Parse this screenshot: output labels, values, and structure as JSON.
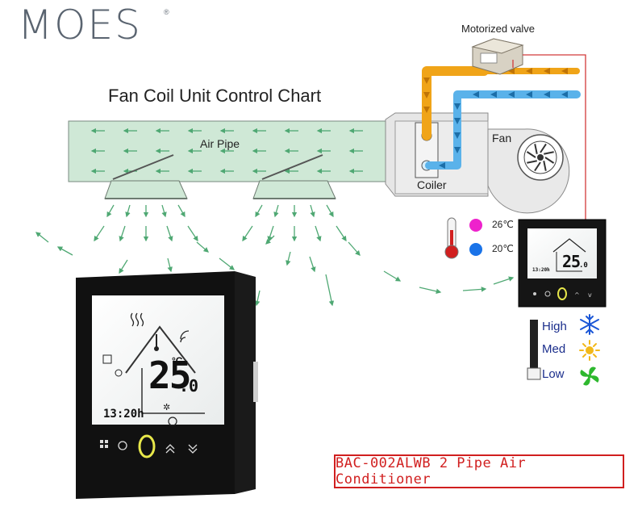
{
  "brand": {
    "name": "MOES",
    "registered": "®"
  },
  "title": "Fan Coil Unit Control Chart",
  "labels": {
    "motorized_valve": "Motorized valve",
    "air_pipe": "Air Pipe",
    "fan": "Fan",
    "coiler": "Coiler"
  },
  "temperatures": {
    "high": "26℃",
    "low": "20℃"
  },
  "fan_speeds": {
    "high": "High",
    "med": "Med",
    "low": "Low"
  },
  "thermostat": {
    "display_temp": "25",
    "display_decimal": ".0",
    "unit": "°C",
    "clock": "13:20h"
  },
  "product": {
    "model": "BAC-002ALWB 2 Pipe Air Conditioner"
  },
  "colors": {
    "duct_fill": "#cfe8d6",
    "airflow_arrow": "#4fa873",
    "hot_pipe": "#f0a418",
    "cold_pipe": "#5ab2ea",
    "wire": "#d23a3a",
    "temp_high_dot": "#ee22cc",
    "temp_low_dot": "#1a73e8",
    "product_red": "#d11f1f",
    "snowflake": "#1a56d6",
    "sun": "#f2b81a",
    "fan_green": "#2eb82e"
  }
}
